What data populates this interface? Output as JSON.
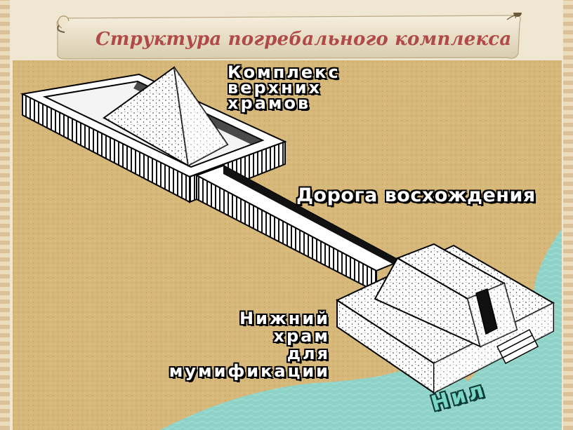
{
  "title": "Структура погребального комплекса",
  "labels": {
    "upper_temples": [
      "Комплекс",
      "верхних",
      "храмов"
    ],
    "causeway": "Дорога восхождения",
    "lower_temple": [
      "Нижний",
      "храм",
      "для",
      "мумификации"
    ],
    "river": "Нил"
  },
  "colors": {
    "sand": "#d6b87a",
    "water": "#8fd3c8",
    "title_text": "#b04a48",
    "stone": "#ffffff",
    "outline": "#000000"
  }
}
